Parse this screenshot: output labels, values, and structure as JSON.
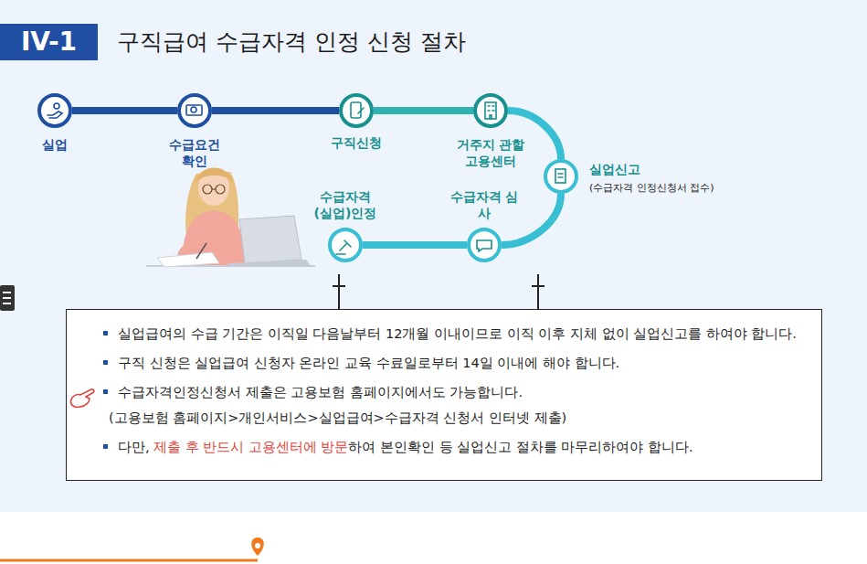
{
  "diagram": {
    "title": "구직급여 수급자격 인정 신청 절차",
    "nodes": [
      {
        "text": [
          "실업"
        ]
      },
      {
        "text": [
          "수급요건 확인"
        ]
      },
      {
        "text": [
          "구직신청"
        ]
      },
      {
        "text": [
          "거주지 관할 고용센터"
        ]
      },
      {
        "text": [
          "실업신고",
          "(수급자격 인정신청서 접수)"
        ]
      },
      {
        "text": [
          "수급자격 심사"
        ]
      },
      {
        "text": [
          "수급자격 (실업)인정"
        ]
      },
      {
        "text": [
          "실업급여의 수급 기간은 이직일 다음날부터 12개월 이내이므로 이직 이후 지체 없이 실업신고를 하여야 합니다.",
          "구직 신청은 실업급여 신청자 온라인 교육 수료일로부터 14일 이내에 해야 합니다.",
          "수급자격인정신청서 제출은 고용보험 홈페이지에서도 가능합니다.",
          "(고용보험 홈페이지>개인서비스>실업급여>수급자격 신청서 인터넷 제출)",
          "다만,",
          "제출 후 반드시 고용센터에 방문",
          "하여 본인확인 등 실업신고 절차를 마무리하여야 합니다."
        ]
      }
    ],
    "edges": [
      {
        "from": 0,
        "to": 1,
        "arrow": "none"
      },
      {
        "from": 1,
        "to": 2,
        "arrow": "none"
      },
      {
        "from": 2,
        "to": 3,
        "arrow": "none"
      },
      {
        "from": 3,
        "to": 4,
        "arrow": "none"
      },
      {
        "from": 4,
        "to": 5,
        "arrow": "none"
      },
      {
        "from": 5,
        "to": 6,
        "arrow": "none"
      }
    ],
    "labels": [
      "IV-1"
    ]
  }
}
